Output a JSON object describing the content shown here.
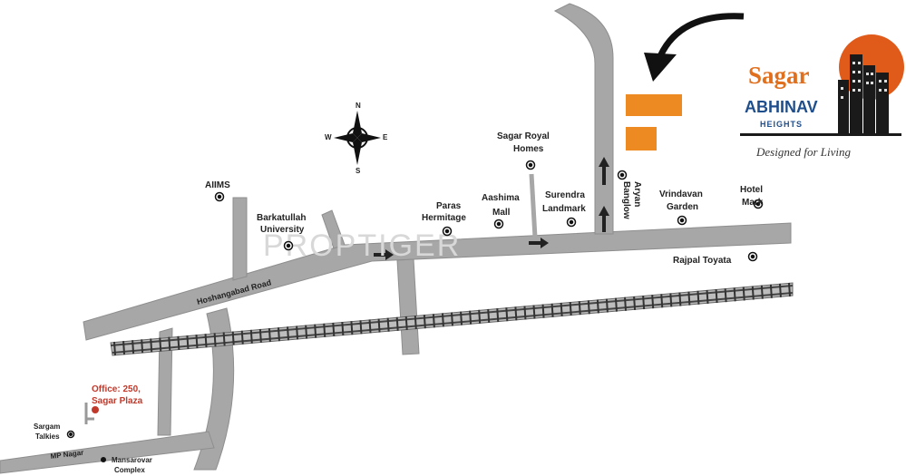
{
  "watermark": "PROPTIGER",
  "brand": {
    "line1": "Sagar",
    "line2": "ABHINAV",
    "line3": "HEIGHTS",
    "tagline": "Designed for Living"
  },
  "compass": {
    "n": "N",
    "s": "S",
    "e": "E",
    "w": "W"
  },
  "roads": {
    "hoshangabad": "Hoshangabad Road",
    "mp_nagar": "MP Nagar"
  },
  "landmarks": {
    "aiims": "AIIMS",
    "barkatullah_1": "Barkatullah",
    "barkatullah_2": "University",
    "paras_1": "Paras",
    "paras_2": "Hermitage",
    "aashima_1": "Aashima",
    "aashima_2": "Mall",
    "sagar_royal_1": "Sagar Royal",
    "sagar_royal_2": "Homes",
    "surendra_1": "Surendra",
    "surendra_2": "Landmark",
    "aryan_1": "Aryan",
    "aryan_2": "Banglow",
    "vrindavan_1": "Vrindavan",
    "vrindavan_2": "Garden",
    "hotel_1": "Hotel",
    "hotel_2": "Mark",
    "rajpal": "Rajpal Toyata",
    "sargam_1": "Sargam",
    "sargam_2": "Talkies",
    "mansarovar_1": "Mansarovar",
    "mansarovar_2": "Complex"
  },
  "office": {
    "line1": "Office: 250,",
    "line2": "Sagar Plaza"
  },
  "colors": {
    "road": "#a7a7a7",
    "road_edge": "#8e8e8e",
    "project": "#ee8a22",
    "office_marker": "#c0392b",
    "brand_orange": "#e0701e",
    "brand_blue": "#1f4e8c"
  }
}
